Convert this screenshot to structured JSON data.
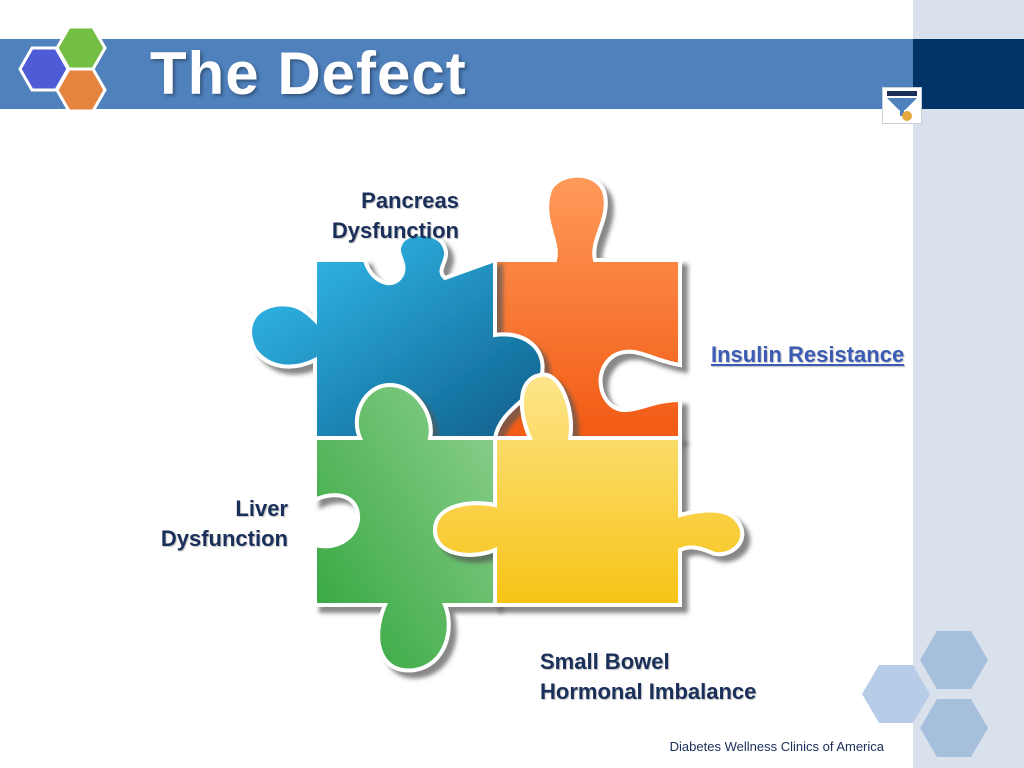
{
  "slide": {
    "title": "The Defect",
    "footer": "Diabetes Wellness Clinics of America"
  },
  "labels": {
    "pancreas": [
      "Pancreas",
      "Dysfunction"
    ],
    "insulin": "Insulin Resistance",
    "liver": [
      "Liver",
      "Dysfunction"
    ],
    "bowel": [
      "Small Bowel",
      "Hormonal Imbalance"
    ]
  },
  "colors": {
    "title_band": "#4f81bd",
    "title_band_dark": "#003366",
    "sidebar": "#d9e1ec",
    "label_text": "#1a2f5a",
    "link": "#3b5bb5",
    "piece_blue": "#29a9df",
    "piece_orange": "#f47e3c",
    "piece_green": "#5cb85c",
    "piece_yellow": "#f9cf3b",
    "logo_hex_blue": "#4f5bd5",
    "logo_hex_green": "#72bf44",
    "logo_hex_orange": "#e5843f"
  }
}
